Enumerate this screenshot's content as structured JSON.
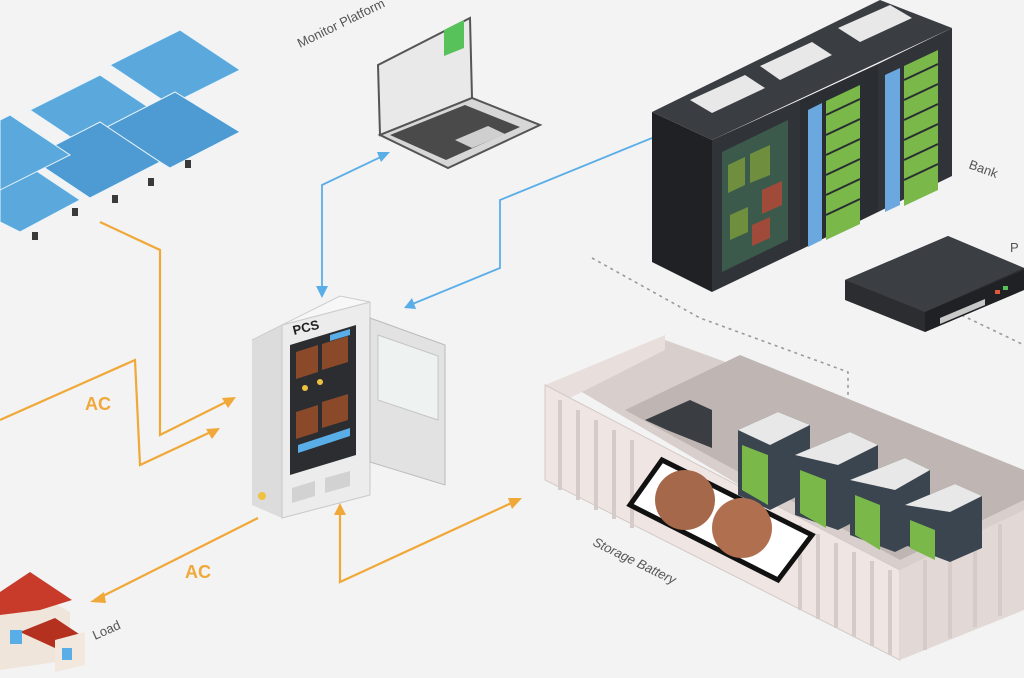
{
  "labels": {
    "pcs": "PCS",
    "ac_left": "AC",
    "ac_bottom": "AC",
    "monitor_platform": "Monitor Platform",
    "bank": "Bank",
    "load": "Load",
    "storage_battery": "Storage Battery",
    "p_partial": "P"
  },
  "colors": {
    "ac_line": "#f0a838",
    "data_line": "#5aaee8",
    "dotted_line": "#9a9a9a",
    "solar_panel": "#5ba8dc",
    "rack_body": "#2c2f33",
    "container_body": "#efe6e4",
    "house_roof": "#c83a2a"
  },
  "icons": [
    "solar-panel-array",
    "laptop-icon",
    "server-rack",
    "network-switch",
    "pcs-cabinet",
    "battery-container",
    "house-icon"
  ]
}
